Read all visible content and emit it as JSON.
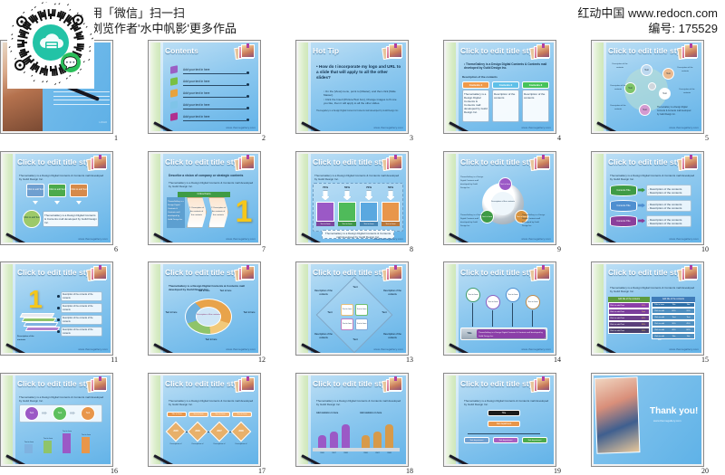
{
  "header": {
    "wechat_line1": "用「微信」扫一扫",
    "wechat_line2": "浏览作者'水中帆影'更多作品",
    "site": "红动中国 www.redocn.com",
    "code": "编号: 175529",
    "qr_icon": "wechat-miniprogram-qr-code"
  },
  "slides": [
    {
      "no": "1",
      "type": "cover",
      "title": "...n.com",
      "subtitle": "...mplate",
      "note": "www.themegallery.com",
      "badge": "LOGO",
      "occluded_by_qr": true
    },
    {
      "no": "2",
      "type": "contents",
      "title": "Contents",
      "items": [
        "Add your text in here",
        "Add your text in here",
        "Add your text in here",
        "Add your text in here",
        "Add your text in here"
      ],
      "colors": [
        "#9b5fc4",
        "#78c043",
        "#e8a33d",
        "#7fc4e8",
        "#b0308f"
      ],
      "footer": "www.themegallery.com"
    },
    {
      "no": "3",
      "type": "hot-tip",
      "title": "Hot Tip",
      "question": "How do I incorporate my logo and URL to a slide that will apply to all the other slides?",
      "bullets": [
        "On the [View] menu, point to [Master], and then click [Slide Master].",
        "Click the Insert [Picture/Text box], Change images to fit one you like, then it will apply to all the other slides."
      ],
      "fineprint": "Themegallery is a Design Digital Content & Contents mall developed by Guild Design Inc.",
      "footer": "www.themegallery.com"
    },
    {
      "no": "4",
      "type": "three-columns",
      "title": "Click to edit title style",
      "lead": "ThemeGallery is a Design Digital Contents & Contents mall developed by Guild Design Inc.",
      "sub": "Description of the contents",
      "columns": [
        {
          "head": "Contents 1",
          "color": "#ef9a4a",
          "body": "ThemeGallery is a Design Digital Contents & Contents mall developed by Guild Design Inc."
        },
        {
          "head": "Contents 2",
          "color": "#5fc0e8",
          "body": "Description of the contents"
        },
        {
          "head": "Contents 3",
          "color": "#46c35b",
          "body": "Description of the contents"
        }
      ],
      "footer": "www.themegallery.com"
    },
    {
      "no": "5",
      "type": "hub-spoke",
      "title": "Click to edit title style",
      "nodes": [
        "Text",
        "Text",
        "Text",
        "Text",
        "Text"
      ],
      "labels": [
        "Description of the contents",
        "Description of the contents",
        "Description of the contents",
        "Description of the contents",
        "Description of the contents"
      ],
      "note": "ThemeGallery is a Design Digital Contents & Contents mall developed by Guild Design Inc.",
      "footer": "www.themegallery.com"
    },
    {
      "no": "6",
      "type": "three-up-arrows",
      "title": "Click to edit title style",
      "lead": "ThemeGallery is a Design Digital Contents & Contents mall developed by Guild Design Inc.",
      "boxes": [
        "Click to add Text",
        "Click to add Text",
        "Click to add Text"
      ],
      "circle": "Click to add Text",
      "panel": "ThemeGallery is a Design Digital Contents & Contents mall developed by Guild Design Inc.",
      "footer": "www.themegallery.com"
    },
    {
      "no": "7",
      "type": "chevrons-one",
      "title": "Click to edit title style",
      "lead": "Describe a vision of company or strategic contents",
      "sub": "ThemeGallery is a Design Digital Contents & Contents mall developed by Guild Design Inc.",
      "banner": "Critical Facts",
      "side": "ThemeGallery is a Design Digital Contents & Contents mall developed by Guild Design Inc.",
      "steps": [
        "1. Description of the contents of the contents",
        "2. Description of the contents of the contents"
      ],
      "bignumber": "1",
      "footer": "www.themegallery.com"
    },
    {
      "no": "8",
      "type": "bar-columns",
      "title": "Click to edit title style",
      "lead": "ThemeGallery is a Design Digital Contents & Contents mall developed by Guild Design Inc.",
      "percents": [
        "70%",
        "50%",
        "70%",
        "50%"
      ],
      "bar_colors": [
        "#9b59c6",
        "#4fbb5a",
        "#5aa8e0",
        "#e8964a"
      ],
      "bar_labels": [
        "Text in here",
        "Text in here",
        "Text in here",
        "Text in here"
      ],
      "caption": "ThemeGallery is a Design Digital Contents & Contents mall developed by Guild Design Inc.",
      "footer": "www.themegallery.com"
    },
    {
      "no": "9",
      "type": "circle-three",
      "title": "Click to edit title style",
      "center": "Description of the contents",
      "nodes": [
        {
          "label": "Text in here",
          "color": "#9b59c6"
        },
        {
          "label": "Text in here",
          "color": "#3f9b45"
        },
        {
          "label": "Text in here",
          "color": "#d7933f"
        }
      ],
      "notes": [
        "ThemeGallery is a Design Digital Contents mall developed by Guild Design Inc.",
        "ThemeGallery is a Design Digital Contents mall developed by Guild Design Inc.",
        "ThemeGallery is a Design Digital Contents mall developed by Guild Design Inc."
      ],
      "footer": "www.themegallery.com"
    },
    {
      "no": "10",
      "type": "cylinder-rows",
      "title": "Click to edit title style",
      "lead": "ThemeGallery is a Design Digital Contents & Contents mall developed by Guild Design Inc.",
      "rows": [
        {
          "label": "Contents Title",
          "color": "#3f9b45",
          "lines": [
            "Description of the contents",
            "Description of the contents"
          ]
        },
        {
          "label": "Contents Title",
          "color": "#4f8fd0",
          "lines": [
            "Description of the contents",
            "Description of the contents"
          ]
        },
        {
          "label": "Contents Title",
          "color": "#8b3f9b",
          "lines": [
            "Description of the contents",
            "Description of the contents"
          ]
        }
      ],
      "footer": "www.themegallery.com"
    },
    {
      "no": "11",
      "type": "layers-one",
      "title": "Click to edit title style",
      "bignumber": "1",
      "callouts": [
        "Description of the contents of the contents",
        "Description of the contents of the contents",
        "Description of the contents of the contents",
        "Description of the contents of the contents"
      ],
      "sidenote": "Description of the contents",
      "footer": "www.themegallery.com"
    },
    {
      "no": "12",
      "type": "donut",
      "title": "Click to edit title style",
      "lead": "ThemeGallery is a Design Digital Contents & Contents mall developed by Guild Design Inc.",
      "center": "Description of the contents",
      "labels": [
        "Text in here",
        "Text in here",
        "Text in here",
        "Text in here",
        "Text in here"
      ],
      "footer": "www.themegallery.com"
    },
    {
      "no": "13",
      "type": "diamond",
      "title": "Click to edit title style",
      "corner_labels": [
        "Description of the contents",
        "Description of the contents",
        "Description of the contents",
        "Description of the contents"
      ],
      "edge_labels": [
        "Text",
        "Text",
        "Text",
        "Text"
      ],
      "cells": [
        "Text in here",
        "Text in here",
        "Text in here",
        "Text in here"
      ],
      "footer": "www.themegallery.com"
    },
    {
      "no": "14",
      "type": "circles-to-bar",
      "title": "Click to edit title style",
      "circles": [
        {
          "label": "Text in here",
          "color": "#3f9b6b"
        },
        {
          "label": "Text in here",
          "color": "#8b5fc0"
        },
        {
          "label": "Text in here",
          "color": "#4f8fd0"
        },
        {
          "label": "Text in here",
          "color": "#c08a4a"
        }
      ],
      "bar_title": "Title",
      "bar_body": "ThemeGallery is a Design Digital Contents & Contents mall developed by Guild Design Inc.",
      "footer": "www.themegallery.com"
    },
    {
      "no": "15",
      "type": "two-tables",
      "title": "Click to edit title style",
      "lead": "ThemeGallery is a Design Digital Contents & Contents mall developed by Guild Design Inc.",
      "left_table": {
        "header": "Add title of the contents",
        "rows": [
          [
            "Click to add Text",
            "20%"
          ],
          [
            "Click to add Text",
            "Text"
          ],
          [
            "Click to add Text",
            "30%"
          ],
          [
            "Click to add Text",
            "25%"
          ],
          [
            "Click to add Text",
            "20%"
          ]
        ]
      },
      "right_table": {
        "header": "Add title of the contents",
        "columns": [
          "Title in here",
          "Title",
          "Title"
        ],
        "rows": [
          [
            "Click to add Text",
            "60%",
            "20%"
          ],
          [
            "Click to add Text",
            "Text",
            "Text"
          ],
          [
            "Click to add Text",
            "30%",
            "45%"
          ],
          [
            "Click to add Text",
            "40%",
            "60%"
          ],
          [
            "Click to add Text",
            "Title",
            "Title"
          ]
        ]
      },
      "footer": "www.themegallery.com"
    },
    {
      "no": "16",
      "type": "flow-and-bars",
      "title": "Click to edit title style",
      "lead": "ThemeGallery is a Design Digital Contents & Contents mall developed by Guild Design Inc.",
      "flow": [
        {
          "label": "Text",
          "color": "#9b59c6"
        },
        {
          "label": "Text",
          "color": "#5dc05d"
        },
        {
          "label": "Text",
          "color": "#e8964a"
        }
      ],
      "bar_labels": [
        "Text in here",
        "Text in here",
        "Text in here",
        "Text in here"
      ]
    },
    {
      "no": "17",
      "type": "timeline-diamonds",
      "title": "Click to edit title style",
      "lead": "ThemeGallery is a Design Digital Contents & Contents mall developed by Guild Design Inc.",
      "tabs": [
        "Title in here",
        "Text in here",
        "Text in here",
        "Text in here"
      ],
      "diamonds": [
        "2005",
        "2006",
        "2007",
        "2008"
      ],
      "captions": [
        "Description of",
        "Description of",
        "Description of",
        "Description of"
      ]
    },
    {
      "no": "18",
      "type": "people-chart",
      "title": "Click to edit title style",
      "lead": "ThemeGallery is a Design Digital Contents & Contents mall developed by Guild Design Inc.",
      "group_labels": [
        "Add statistics in here",
        "Add statistics in here"
      ],
      "years": [
        "2006",
        "2007",
        "2008",
        "2006",
        "2007",
        "2008"
      ]
    },
    {
      "no": "19",
      "type": "org-chart",
      "title": "Click to edit title style",
      "lead": "ThemeGallery is a Design Digital Contents & Contents mall developed by Guild Design Inc.",
      "root": "Title",
      "level2": "Sub department",
      "level3": [
        "Sub department",
        "Sub department",
        "Sub department"
      ]
    },
    {
      "no": "20",
      "type": "thank-you",
      "title": "Thank you!",
      "url": "www.themegallery.com"
    }
  ]
}
